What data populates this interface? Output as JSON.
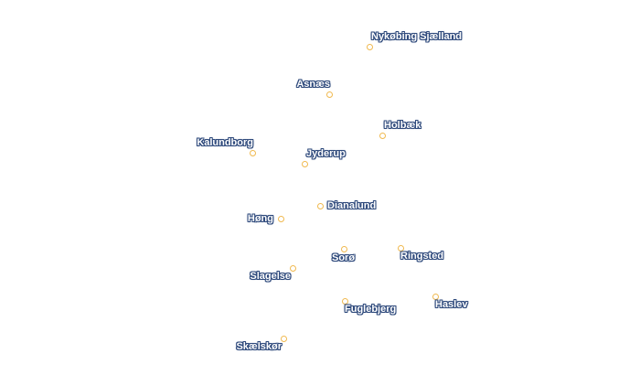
{
  "map": {
    "marker_color": "#f0b94f",
    "label_halo_color": "#2f4a7c",
    "places": [
      {
        "name": "Nykøbing Sjælland"
      },
      {
        "name": "Asnæs"
      },
      {
        "name": "Holbæk"
      },
      {
        "name": "Kalundborg"
      },
      {
        "name": "Jyderup"
      },
      {
        "name": "Dianalund"
      },
      {
        "name": "Høng"
      },
      {
        "name": "Sorø"
      },
      {
        "name": "Ringsted"
      },
      {
        "name": "Slagelse"
      },
      {
        "name": "Fuglebjerg"
      },
      {
        "name": "Haslev"
      },
      {
        "name": "Skælskør"
      }
    ]
  }
}
